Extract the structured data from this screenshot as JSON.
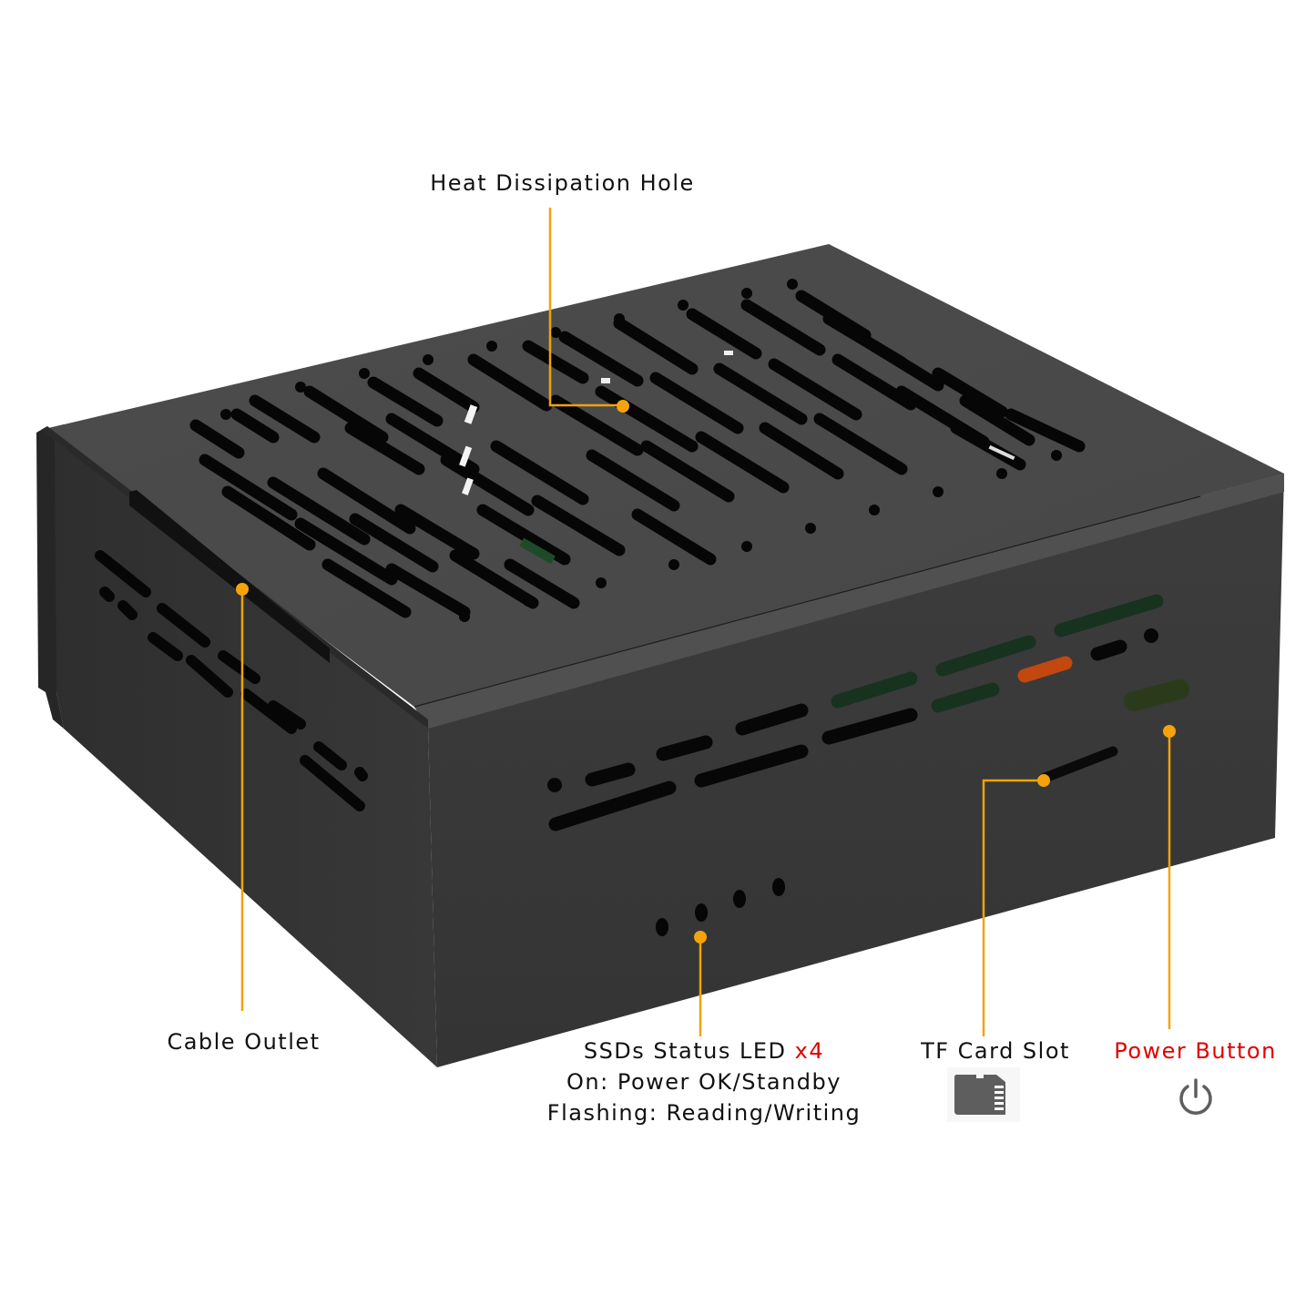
{
  "colors": {
    "callout": "#f0a30a",
    "highlight_red": "#e00000",
    "case_top": "#4a4a4a",
    "case_front": "#383838",
    "case_side": "#353535",
    "hole": "#050505",
    "icon_gray": "#5e5e5e"
  },
  "callouts": {
    "heat_dissipation": {
      "label": "Heat Dissipation Hole"
    },
    "cable_outlet": {
      "label": "Cable Outlet"
    },
    "ssd_led": {
      "label_main": "SSDs Status LED ",
      "label_count": "x4",
      "line2": "On: Power OK/Standby",
      "line3": "Flashing: Reading/Writing"
    },
    "tf_card": {
      "label": "TF Card Slot",
      "icon": "micro-sd-card-icon"
    },
    "power_button": {
      "label": "Power Button",
      "icon": "power-icon"
    }
  }
}
